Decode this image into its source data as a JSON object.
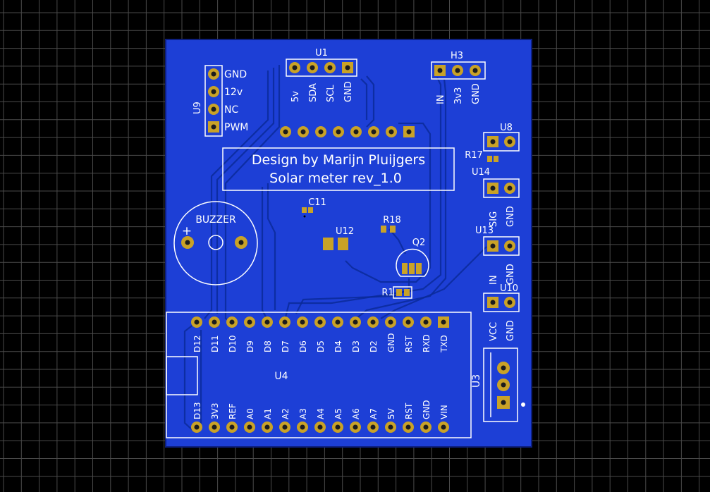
{
  "title_block": {
    "line1": "Design by Marijn Pluijgers",
    "line2": "Solar meter rev_1.0"
  },
  "colors": {
    "background": "#000000",
    "grid": "#4a4a4a",
    "board": "#1d3fd6",
    "copper_pad": "#c9a227",
    "silkscreen": "#ffffff"
  },
  "components": {
    "u9": {
      "ref": "U9",
      "pins": [
        "GND",
        "12v",
        "NC",
        "PWM"
      ]
    },
    "u1": {
      "ref": "U1",
      "pins": [
        "5v",
        "SDA",
        "SCL",
        "GND"
      ]
    },
    "h3": {
      "ref": "H3",
      "pins": [
        "IN",
        "3v3",
        "GND"
      ]
    },
    "u8": {
      "ref": "U8"
    },
    "r17": {
      "ref": "R17"
    },
    "u14": {
      "ref": "U14",
      "pins": [
        "SIG",
        "GND"
      ]
    },
    "u13": {
      "ref": "U13",
      "pins": [
        "IN",
        "GND"
      ]
    },
    "u10": {
      "ref": "U10",
      "pins": [
        "VCC",
        "GND"
      ]
    },
    "u3": {
      "ref": "U3"
    },
    "buzzer": {
      "ref": "BUZZER",
      "polarity": "+"
    },
    "c11": {
      "ref": "C11"
    },
    "u12": {
      "ref": "U12"
    },
    "r18": {
      "ref": "R18"
    },
    "q2": {
      "ref": "Q2"
    },
    "r1": {
      "ref": "R1"
    },
    "u4": {
      "ref": "U4",
      "top_pins": [
        "D12",
        "D11",
        "D10",
        "D9",
        "D8",
        "D7",
        "D6",
        "D5",
        "D4",
        "D3",
        "D2",
        "GND",
        "RST",
        "RXD",
        "TXD"
      ],
      "bottom_pins": [
        "D13",
        "3V3",
        "REF",
        "A0",
        "A1",
        "A2",
        "A3",
        "A4",
        "A5",
        "A6",
        "A7",
        "5V",
        "RST",
        "GND",
        "VIN"
      ]
    }
  }
}
